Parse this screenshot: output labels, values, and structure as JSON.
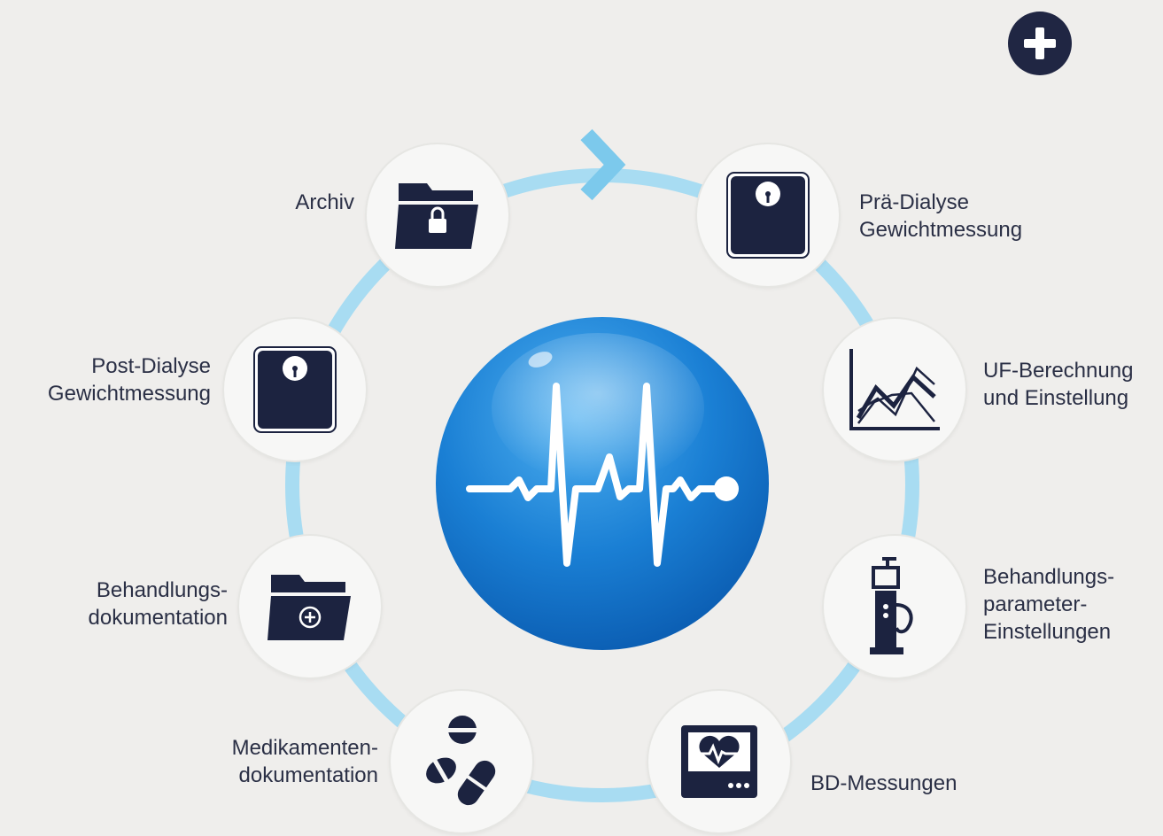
{
  "header": {
    "add_button_icon": "plus-icon"
  },
  "center": {
    "icon": "heartbeat-ecg-icon",
    "color": "#1a7fd4"
  },
  "cycle": {
    "ring_color": "#a8dcf2",
    "icon_color": "#1c2340",
    "steps": [
      {
        "id": "archiv",
        "lines": [
          "Archiv"
        ],
        "icon": "locked-folder-icon"
      },
      {
        "id": "pre-weight",
        "lines": [
          "Prä-Dialyse",
          "Gewichtmessung"
        ],
        "icon": "scale-icon"
      },
      {
        "id": "uf",
        "lines": [
          "UF-Berechnung",
          "und Einstellung"
        ],
        "icon": "line-chart-icon"
      },
      {
        "id": "params",
        "lines": [
          "Behandlungs-",
          "parameter-",
          "Einstellungen"
        ],
        "icon": "dialysis-machine-icon"
      },
      {
        "id": "bp",
        "lines": [
          "BD-Messungen"
        ],
        "icon": "heart-monitor-icon"
      },
      {
        "id": "meds",
        "lines": [
          "Medikamenten-",
          "dokumentation"
        ],
        "icon": "pills-icon"
      },
      {
        "id": "treatment-doc",
        "lines": [
          "Behandlungs-",
          "dokumentation"
        ],
        "icon": "medical-folder-icon"
      },
      {
        "id": "post-weight",
        "lines": [
          "Post-Dialyse",
          "Gewichtmessung"
        ],
        "icon": "scale-icon"
      }
    ]
  }
}
